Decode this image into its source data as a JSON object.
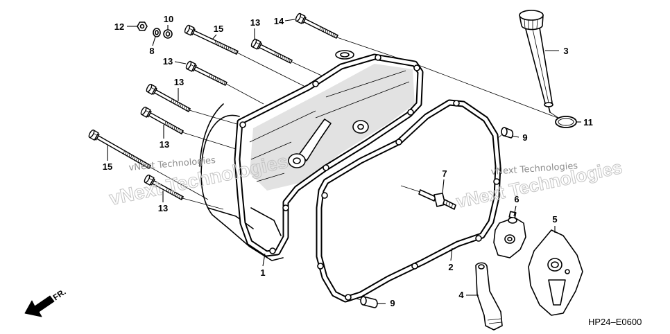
{
  "callouts": [
    "12",
    "10",
    "8",
    "15",
    "13",
    "14",
    "13",
    "13",
    "13",
    "15",
    "13",
    "3",
    "11",
    "9",
    "7",
    "6",
    "5",
    "1",
    "2",
    "4",
    "9"
  ],
  "direction_label": "FR.",
  "drawing_code": "HP24–E0600",
  "watermark": {
    "text": "vNext Technologies"
  },
  "colors": {
    "line": "#000000",
    "background": "#ffffff",
    "shading": "#cfcfcf",
    "watermark": "#c4c4c4"
  }
}
